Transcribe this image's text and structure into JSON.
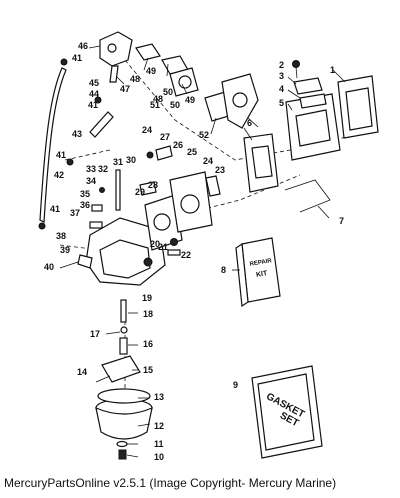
{
  "footer": "MercuryPartsOnline v2.5.1 (Image Copyright- Mercury Marine)",
  "callouts": {
    "n1": "1",
    "n2": "2",
    "n3": "3",
    "n4": "4",
    "n5": "5",
    "n6": "6",
    "n7": "7",
    "n8": "8",
    "n9": "9",
    "n10": "10",
    "n11": "11",
    "n12": "12",
    "n13": "13",
    "n14": "14",
    "n15": "15",
    "n16": "16",
    "n17": "17",
    "n18": "18",
    "n19": "19",
    "n20": "20",
    "n21": "21",
    "n22": "22",
    "n23": "23",
    "n24a": "24",
    "n24b": "24",
    "n25": "25",
    "n26": "26",
    "n27": "27",
    "n28": "28",
    "n29": "29",
    "n30": "30",
    "n31": "31",
    "n32": "32",
    "n33": "33",
    "n34": "34",
    "n35": "35",
    "n36": "36",
    "n37": "37",
    "n38": "38",
    "n39": "39",
    "n40": "40",
    "n41a": "41",
    "n41b": "41",
    "n41c": "41",
    "n41d": "41",
    "n42": "42",
    "n43": "43",
    "n44": "44",
    "n45": "45",
    "n46": "46",
    "n47": "47",
    "n48a": "48",
    "n48b": "48",
    "n49a": "49",
    "n49b": "49",
    "n50a": "50",
    "n50b": "50",
    "n51": "51",
    "n52": "52"
  },
  "kits": {
    "repair_line1": "REPAIR",
    "repair_line2": "KIT",
    "gasket_line1": "GASKET",
    "gasket_line2": "SET"
  }
}
